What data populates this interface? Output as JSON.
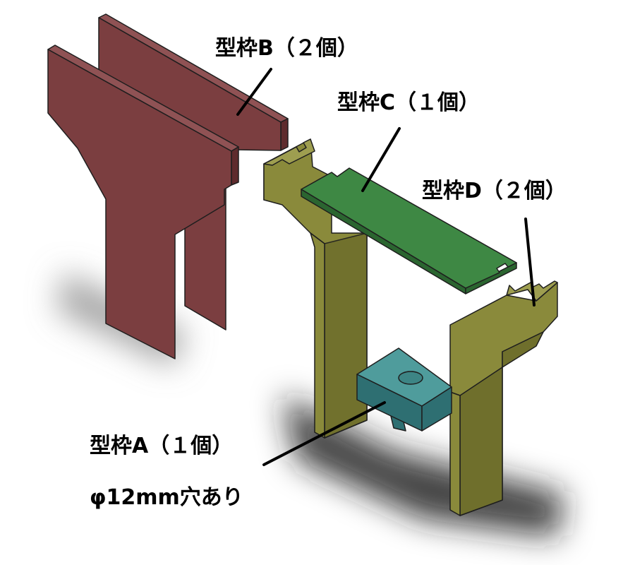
{
  "labels": {
    "b": "型枠B（２個）",
    "c": "型枠C（１個）",
    "d": "型枠D（２個）",
    "a": "型枠A（１個）",
    "a_note": "φ12mm穴あり"
  },
  "colors": {
    "part_b_front": "#7b3e40",
    "part_b_top": "#8f5254",
    "part_b_side": "#5e2b2d",
    "part_c_top": "#3e8844",
    "part_c_side": "#2b6530",
    "part_a_top": "#4f9c9c",
    "part_a_side": "#2e6f72",
    "part_d_front": "#8a8a3b",
    "part_d_side": "#6f6f2c",
    "part_d_top": "#9e9e50",
    "outline": "#1e1e1e",
    "leader": "#000000"
  }
}
